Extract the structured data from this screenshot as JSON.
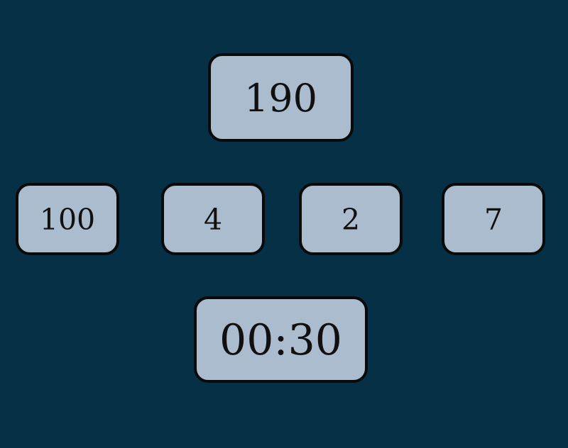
{
  "theme": {
    "background": "#053046",
    "tile_fill": "#aabccd",
    "tile_border": "#0a0a0a",
    "tile_text": "#101010"
  },
  "game": {
    "target": {
      "value": "190"
    },
    "numbers": [
      {
        "value": "100"
      },
      {
        "value": "4"
      },
      {
        "value": "2"
      },
      {
        "value": "7"
      }
    ],
    "timer": {
      "value": "00:30"
    }
  }
}
